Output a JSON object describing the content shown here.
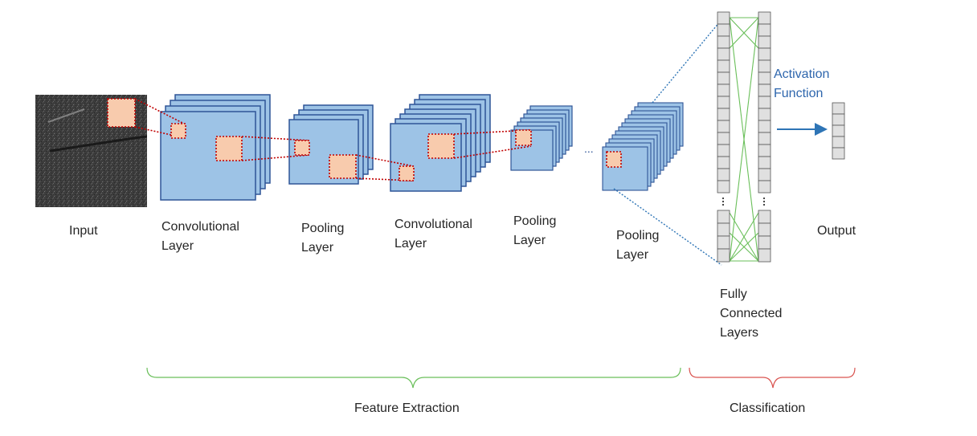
{
  "labels": {
    "input": "Input",
    "conv1": [
      "Convolutional",
      "Layer"
    ],
    "pool1": [
      "Pooling",
      "Layer"
    ],
    "conv2": [
      "Convolutional",
      "Layer"
    ],
    "pool2": [
      "Pooling",
      "Layer"
    ],
    "ellipsis": "...",
    "pool3": [
      "Pooling",
      "Layer"
    ],
    "activation": [
      "Activation",
      "Function"
    ],
    "output": "Output",
    "fc": [
      "Fully",
      "Connected",
      "Layers"
    ],
    "feature_extraction": "Feature Extraction",
    "classification": "Classification"
  },
  "colors": {
    "feature_map_fill": "#9dc3e6",
    "feature_map_stroke": "#2f5597",
    "filter_fill": "#f8cbad",
    "filter_stroke": "#c00000",
    "fc_cell_fill": "#e0e0e0",
    "fc_cell_stroke": "#555555",
    "fc_connection": "#6abf5a",
    "projection_line": "#2e75b6",
    "arrow": "#2e75b6",
    "feature_brace": "#6abf5a",
    "classification_brace": "#d9534f",
    "label_text": "#262626",
    "activation_text": "#2e66ad"
  }
}
